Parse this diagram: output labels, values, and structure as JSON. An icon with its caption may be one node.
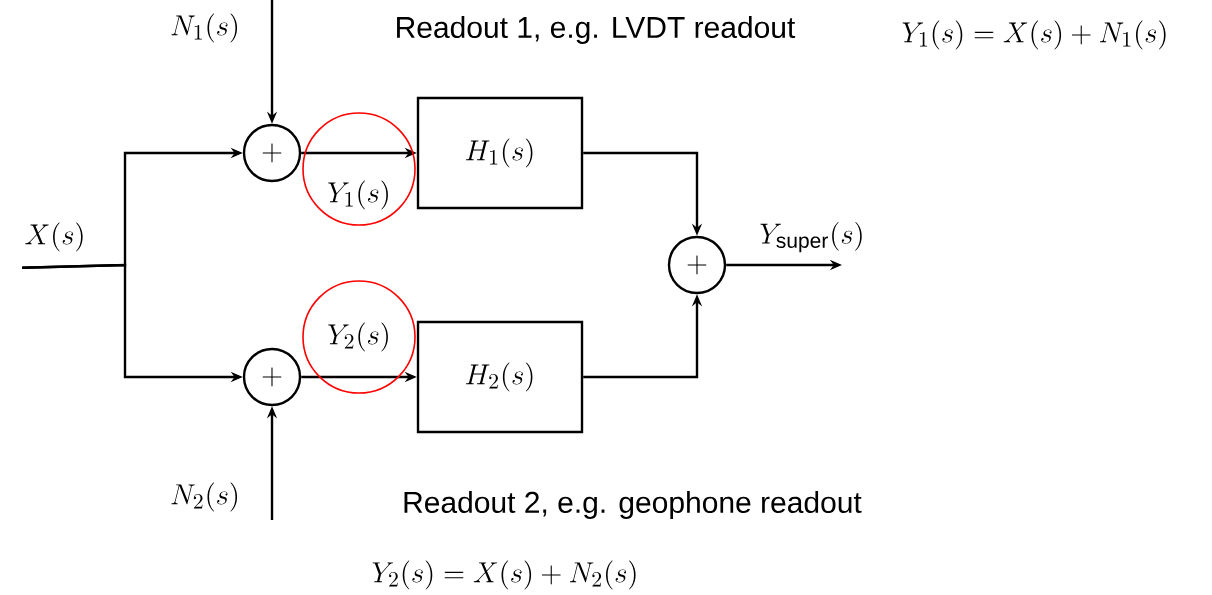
{
  "diagram": {
    "nodes": [
      {
        "text": [
          "X(s)"
        ]
      },
      {
        "text": [
          "N_1(s)"
        ]
      },
      {
        "text": [
          "+"
        ]
      },
      {
        "text": [
          "H_1(s)"
        ]
      },
      {
        "text": [
          "+"
        ]
      },
      {
        "text": [
          "N_2(s)"
        ]
      },
      {
        "text": [
          "H_2(s)"
        ]
      },
      {
        "text": [
          "+"
        ]
      },
      {
        "text": [
          "Y_{\\mathrm{super}}(s)"
        ]
      }
    ],
    "edges": [
      {
        "from": 0,
        "to": 2,
        "arrow": "to"
      },
      {
        "from": 0,
        "to": 4,
        "arrow": "to"
      },
      {
        "from": 1,
        "to": 2,
        "arrow": "to"
      },
      {
        "from": 5,
        "to": 4,
        "arrow": "to"
      },
      {
        "from": 2,
        "to": 3,
        "arrow": "to",
        "label": "Y_1(s)"
      },
      {
        "from": 4,
        "to": 6,
        "arrow": "to",
        "label": "Y_2(s)"
      },
      {
        "from": 3,
        "to": 7,
        "arrow": "to"
      },
      {
        "from": 6,
        "to": 7,
        "arrow": "to"
      },
      {
        "from": 7,
        "to": 8,
        "arrow": "to"
      }
    ],
    "labels": [
      "Readout 1, e.g. LVDT readout",
      "Y_1(s) = X(s) + N_1(s)",
      "Readout 2, e.g. geophone readout",
      "Y_2(s) = X(s) + N_2(s)"
    ]
  }
}
